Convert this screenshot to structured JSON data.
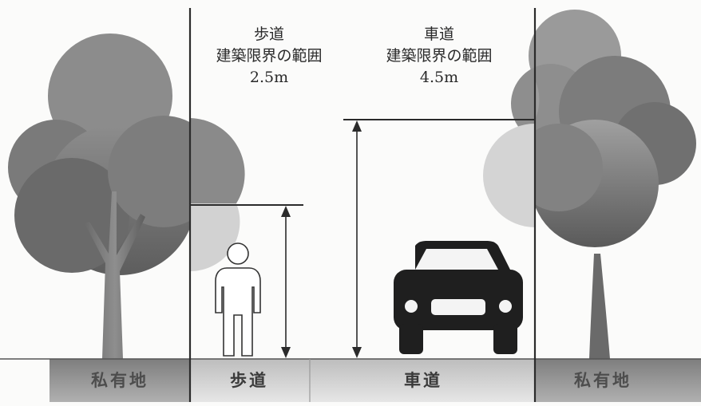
{
  "sidewalk": {
    "title": "歩道",
    "subtitle": "建築限界の範囲",
    "clearance": "2.5m"
  },
  "roadway": {
    "title": "車道",
    "subtitle": "建築限界の範囲",
    "clearance": "4.5m"
  },
  "ground": {
    "left_private": "私有地",
    "sidewalk": "歩道",
    "roadway": "車道",
    "right_private": "私有地"
  },
  "colors": {
    "tree_dark": "#6f6f6f",
    "tree_mid": "#8a8a8a",
    "tree_light": "#c4c4c4",
    "ground_dark": "#8f8f8f",
    "ground_light": "#d6d6d6",
    "line": "#2b2b2b"
  },
  "icons": [
    "tree-icon",
    "person-icon",
    "car-icon"
  ]
}
